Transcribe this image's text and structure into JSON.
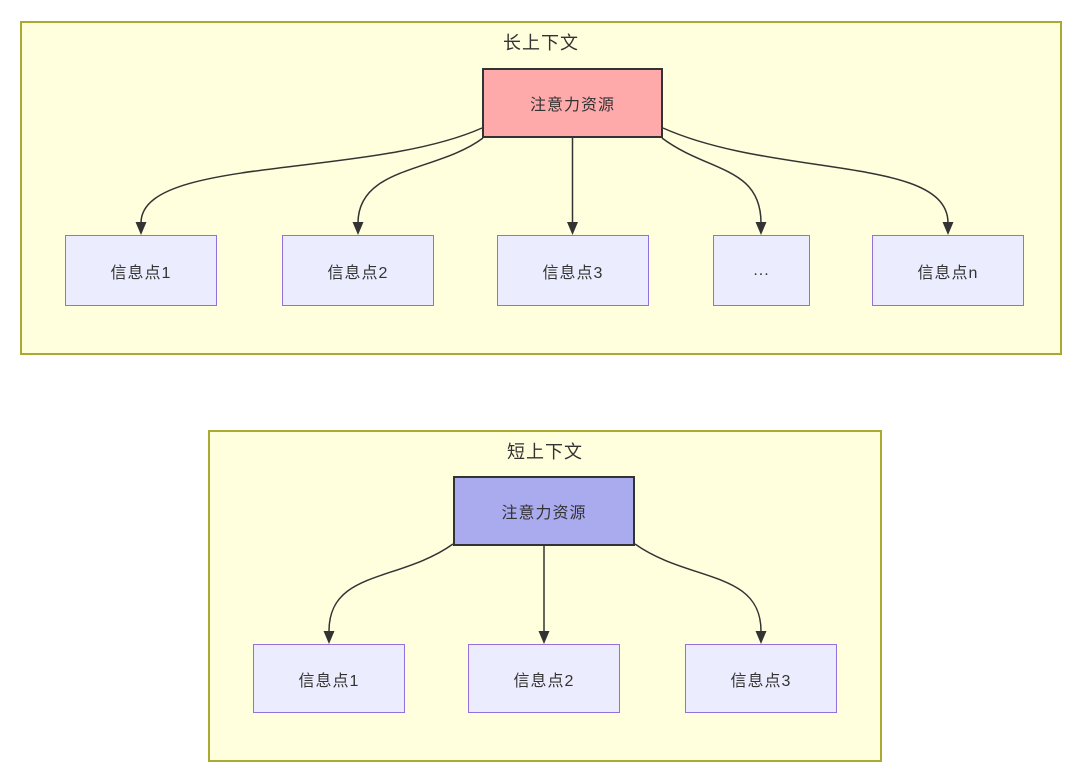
{
  "colors": {
    "container_fill": "#ffffde",
    "container_border": "#aaaa33",
    "node_fill": "#ececff",
    "node_border": "#9370db",
    "long_root_fill": "#ffaaaa",
    "short_root_fill": "#aaaaee",
    "root_border": "#333333",
    "edge": "#333333",
    "text": "#333333"
  },
  "long_context": {
    "title": "长上下文",
    "root_label": "注意力资源",
    "children": [
      "信息点1",
      "信息点2",
      "信息点3",
      "...",
      "信息点n"
    ]
  },
  "short_context": {
    "title": "短上下文",
    "root_label": "注意力资源",
    "children": [
      "信息点1",
      "信息点2",
      "信息点3"
    ]
  }
}
